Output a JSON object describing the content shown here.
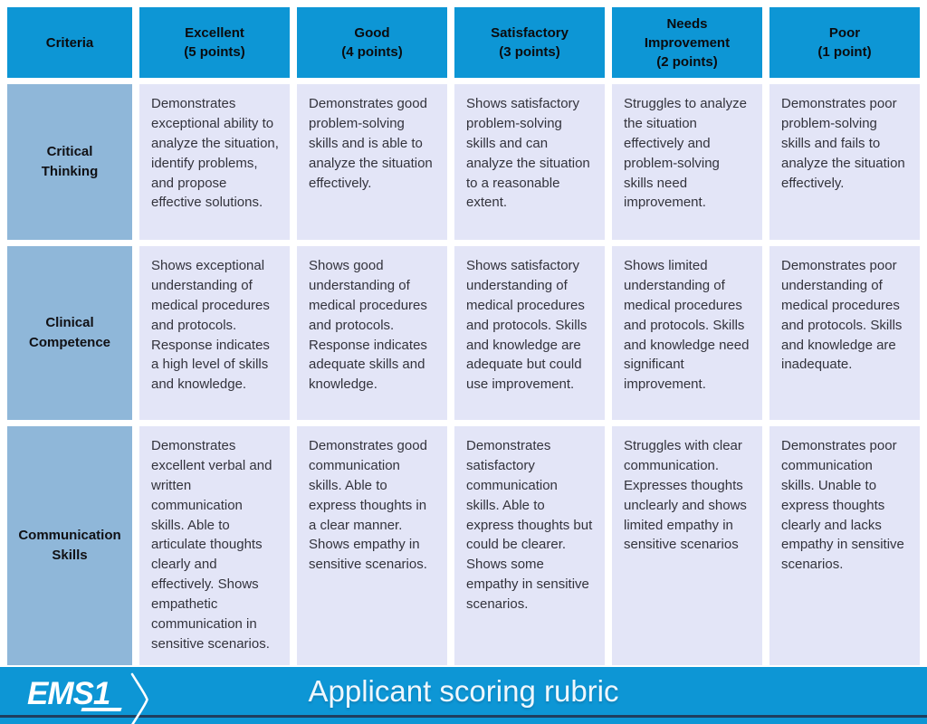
{
  "colors": {
    "header_blue": "#0d96d5",
    "criteria_column_blue": "#8fb7d9",
    "cell_lavender": "#e3e5f7",
    "footer_navy_line": "#1e3e5f"
  },
  "table": {
    "headers": [
      "Criteria",
      "Excellent\n(5 points)",
      "Good\n(4 points)",
      "Satisfactory\n(3 points)",
      "Needs\nImprovement\n(2 points)",
      "Poor\n(1 point)"
    ],
    "rows": [
      {
        "criterion": "Critical Thinking",
        "cells": [
          "Demonstrates exceptional ability to analyze the situation, identify problems, and propose effective solutions.",
          "Demonstrates good problem-solving skills and is able to analyze the situation effectively.",
          "Shows satisfactory problem-solving skills and can analyze the situation to a reasonable extent.",
          "Struggles to analyze the situation effectively and problem-solving skills need improvement.",
          "Demonstrates poor problem-solving skills and fails to analyze the situation effectively."
        ]
      },
      {
        "criterion": "Clinical Competence",
        "cells": [
          "Shows exceptional understanding of medical procedures and protocols. Response indicates a high level of skills and knowledge.",
          "Shows good understanding of medical procedures and protocols. Response indicates adequate skills and knowledge.",
          "Shows satisfactory understanding of medical procedures and protocols. Skills and knowledge are adequate but could use improvement.",
          "Shows limited understanding of medical procedures and protocols. Skills and knowledge need significant improvement.",
          "Demonstrates poor understanding of medical procedures and protocols. Skills and knowledge are inadequate."
        ]
      },
      {
        "criterion": "Communication Skills",
        "cells": [
          "Demonstrates excellent verbal and written communication skills. Able to articulate thoughts clearly and effectively. Shows empathetic communication in sensitive scenarios.",
          "Demonstrates good communication skills. Able to express thoughts in a clear manner. Shows empathy in sensitive scenarios.",
          "Demonstrates satisfactory communication skills. Able to express thoughts but could be clearer. Shows some empathy in sensitive scenarios.",
          "Struggles with clear communication. Expresses thoughts unclearly and shows limited empathy in sensitive scenarios",
          "Demonstrates poor communication skills. Unable to express thoughts clearly and lacks empathy in sensitive scenarios."
        ]
      }
    ]
  },
  "footer": {
    "logo_text": "EMS1",
    "title": "Applicant scoring rubric"
  }
}
